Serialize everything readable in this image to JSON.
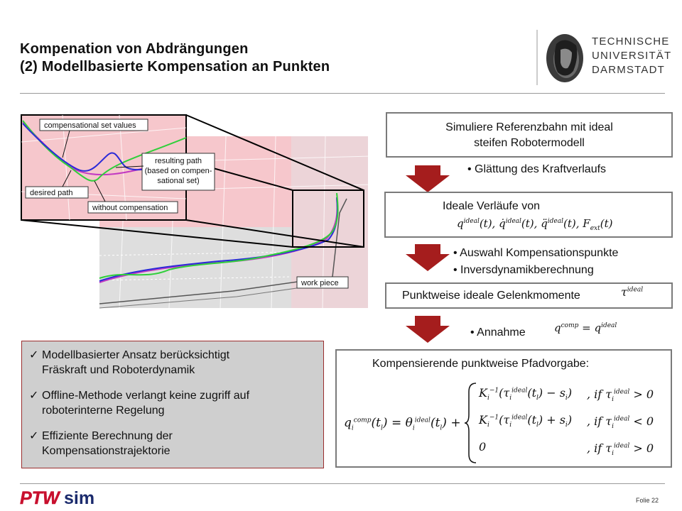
{
  "slide": {
    "title_line1": "Kompenation von Abdrängungen",
    "title_line2": "(2) Modellbasierte Kompensation an Punkten",
    "university": [
      "TECHNISCHE",
      "UNIVERSITÄT",
      "DARMSTADT"
    ],
    "page_label": "Folie 22"
  },
  "figure": {
    "labels": {
      "compensational": "compensational set values",
      "resulting_1": "resulting path",
      "resulting_2": "(based on compen-",
      "resulting_3": "sational set)",
      "desired": "desired path",
      "without": "without compensation",
      "work_piece": "work piece"
    },
    "colors": {
      "pink": "#f6c7cc",
      "green": "#2fcf3a",
      "blue": "#2a2ad8",
      "magenta": "#c23ac2"
    }
  },
  "flow": {
    "box1_line1": "Simuliere Referenzbahn mit ideal",
    "box1_line2": "steifen Robotermodell",
    "bullet1": "• Glättung des Kraftverlaufs",
    "box2_line1": "Ideale Verläufe von",
    "bullet2a": "• Auswahl Kompensationspunkte",
    "bullet2b": "• Inversdynamikberechnung",
    "box3_text": "Punktweise ideale Gelenkmomente",
    "bullet3": "• Annahme",
    "box4_title": "Kompensierende punktweise Pfadvorgabe:",
    "cond1": ", if",
    "cond2": ", if",
    "cond3": ", if",
    "arrow_color": "#a51d1d"
  },
  "summary": {
    "items": [
      {
        "line1": "Modellbasierter Ansatz berücksichtigt",
        "line2": "Fräskraft und Roboterdynamik"
      },
      {
        "line1": "Offline-Methode verlangt keine zugriff auf",
        "line2": "roboterinterne Regelung"
      },
      {
        "line1": "Effiziente Berechnung der",
        "line2": "Kompensationstrajektorie"
      }
    ],
    "check_mark": "✓"
  },
  "logos": {
    "ptw": "PTW",
    "sim": "sim"
  }
}
